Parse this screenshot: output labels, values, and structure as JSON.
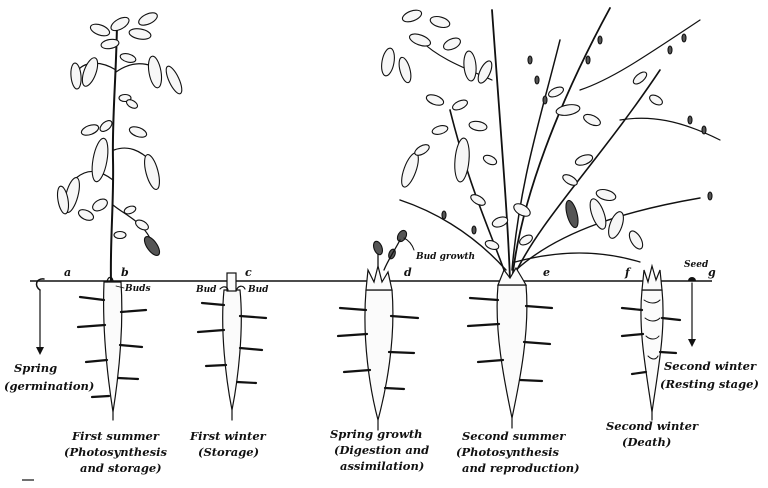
{
  "figure": {
    "ground_points": {
      "a": "a",
      "b": "b",
      "c": "c",
      "d": "d",
      "e": "e",
      "f": "f",
      "g": "g"
    },
    "annotations": {
      "buds_b": "Buds",
      "bud_c_left": "Bud",
      "bud_c_right": "Bud",
      "bud_growth": "Bud growth",
      "seed": "Seed"
    },
    "stages": {
      "spring": {
        "line1": "Spring",
        "line2": "(germination)"
      },
      "first_summer": {
        "line1": "First summer",
        "line2": "(Photosynthesis",
        "line3": "and storage)"
      },
      "first_winter": {
        "line1": "First winter",
        "line2": "(Storage)"
      },
      "spring_growth": {
        "line1": "Spring growth",
        "line2": "(Digestion and",
        "line3": "assimilation)"
      },
      "second_summer": {
        "line1": "Second summer",
        "line2": "(Photosynthesis",
        "line3": "and reproduction)"
      },
      "second_winter_death": {
        "line1": "Second winter",
        "line2": "(Death)"
      },
      "second_winter_rest": {
        "line1": "Second winter",
        "line2": "(Resting stage)"
      }
    }
  }
}
